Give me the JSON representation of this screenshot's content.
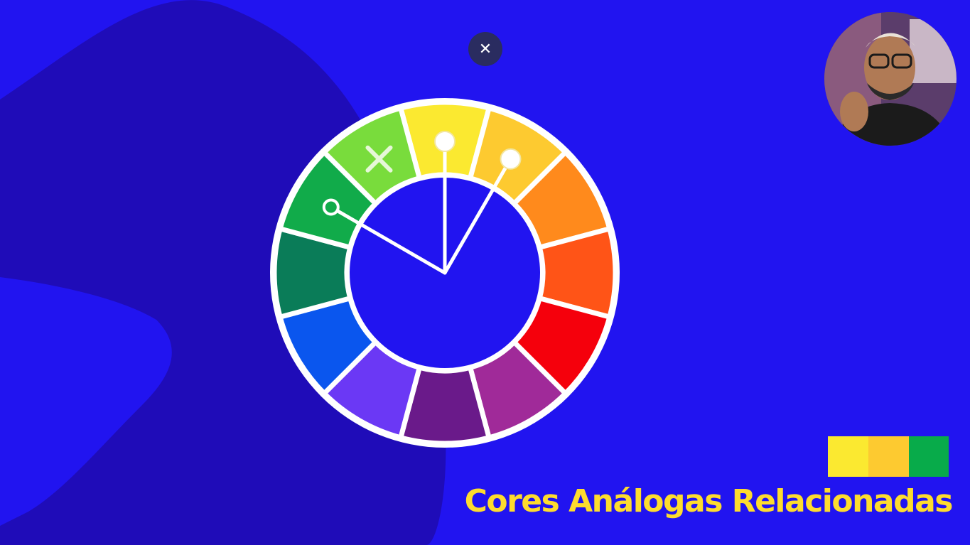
{
  "colors": {
    "background": "#2114f0",
    "background_shape": "#1f0cb8",
    "wheel_center": "#2114f0",
    "wheel_border": "#ffffff",
    "caption": "#fddc2e",
    "close_button_bg": "#2a2c60"
  },
  "close_button": {
    "icon": "close-icon",
    "glyph": "✕"
  },
  "webcam": {
    "description_icon": "presenter-video"
  },
  "color_wheel": {
    "segments": [
      {
        "color": "#fbe930",
        "marker": "dot"
      },
      {
        "color": "#fdca30",
        "marker": "dot"
      },
      {
        "color": "#ff8a1c",
        "marker": "none"
      },
      {
        "color": "#ff5417",
        "marker": "none"
      },
      {
        "color": "#f5000c",
        "marker": "none"
      },
      {
        "color": "#a02a99",
        "marker": "none"
      },
      {
        "color": "#6a1a8a",
        "marker": "none"
      },
      {
        "color": "#6b38f5",
        "marker": "none"
      },
      {
        "color": "#0a56ee",
        "marker": "none"
      },
      {
        "color": "#0a7c58",
        "marker": "none"
      },
      {
        "color": "#11ab4a",
        "marker": "ring"
      },
      {
        "color": "#79dc3c",
        "marker": "cross"
      }
    ]
  },
  "palette": [
    "#fbe930",
    "#fdca30",
    "#08ab4a"
  ],
  "caption": "Cores Análogas Relacionadas"
}
